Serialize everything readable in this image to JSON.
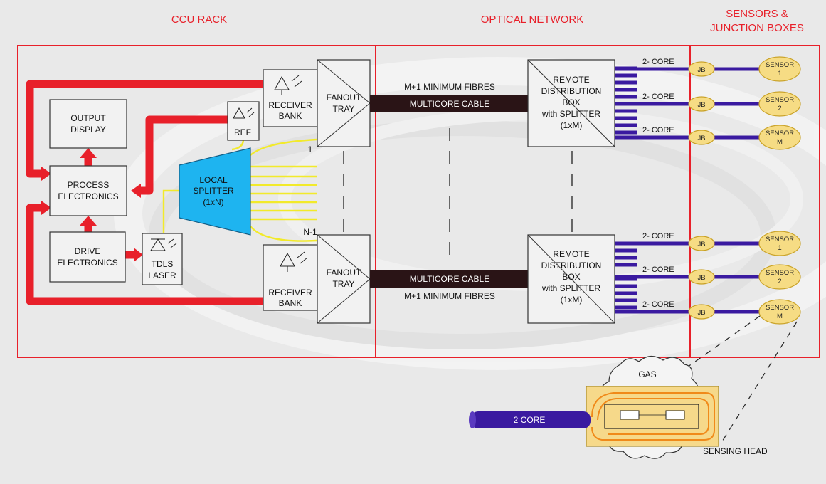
{
  "sections": {
    "ccu_rack": "CCU RACK",
    "optical_network": "OPTICAL NETWORK",
    "sensors_line1": "SENSORS &",
    "sensors_line2": "JUNCTION BOXES"
  },
  "ccu": {
    "output_display": [
      "OUTPUT",
      "DISPLAY"
    ],
    "process_electronics": [
      "PROCESS",
      "ELECTRONICS"
    ],
    "drive_electronics": [
      "DRIVE",
      "ELECTRONICS"
    ],
    "tdls_laser": [
      "TDLS",
      "LASER"
    ],
    "ref": "REF",
    "receiver_bank": [
      "RECEIVER",
      "BANK"
    ],
    "local_splitter": [
      "LOCAL",
      "SPLITTER",
      "(1xN)"
    ],
    "fanout_tray": [
      "FANOUT",
      "TRAY"
    ],
    "port_first": "1",
    "port_last": "N-1"
  },
  "network": {
    "min_fibres": "M+1 MINIMUM FIBRES",
    "multicore_cable": "MULTICORE CABLE",
    "rdb": [
      "REMOTE",
      "DISTRIBUTION",
      "BOX",
      "with SPLITTER",
      "(1xM)"
    ]
  },
  "sensors": {
    "two_core": "2- CORE",
    "jb": "JB",
    "sensor": "SENSOR",
    "labels": [
      "1",
      "2",
      "M"
    ]
  },
  "sensing_head": {
    "gas": "GAS",
    "cable": "2 CORE",
    "caption": "SENSING HEAD"
  },
  "colors": {
    "frame_red": "#e8202a",
    "fibre_yellow": "#f2ea2a",
    "splitter_blue": "#1eb4f0",
    "cable_purple": "#3a1aa0",
    "jb_yellow": "#f6dc84"
  }
}
